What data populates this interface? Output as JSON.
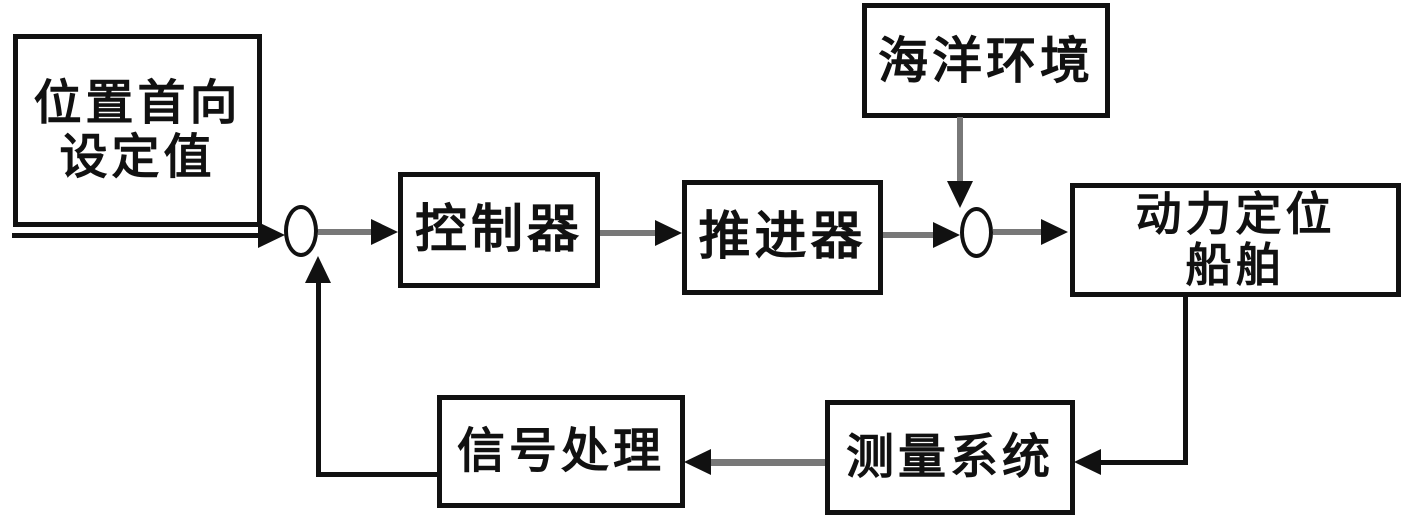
{
  "nodes": {
    "setpoint": {
      "line1": "位置首向",
      "line2": "设定值"
    },
    "controller": {
      "label": "控制器"
    },
    "thruster": {
      "label": "推进器"
    },
    "environment": {
      "label": "海洋环境"
    },
    "ship": {
      "line1": "动力定位",
      "line2": "船舶"
    },
    "measurement": {
      "label": "测量系统"
    },
    "signal": {
      "label": "信号处理"
    }
  },
  "junctions": [
    {
      "id": "summing-junction-1",
      "shape": "ellipse"
    },
    {
      "id": "summing-junction-2",
      "shape": "ellipse"
    }
  ],
  "edges": [
    {
      "from": "setpoint",
      "to": "summing-junction-1"
    },
    {
      "from": "summing-junction-1",
      "to": "controller"
    },
    {
      "from": "controller",
      "to": "thruster"
    },
    {
      "from": "thruster",
      "to": "summing-junction-2"
    },
    {
      "from": "environment",
      "to": "summing-junction-2"
    },
    {
      "from": "summing-junction-2",
      "to": "ship"
    },
    {
      "from": "ship",
      "to": "measurement"
    },
    {
      "from": "measurement",
      "to": "signal"
    },
    {
      "from": "signal",
      "to": "summing-junction-1"
    }
  ],
  "colors": {
    "background": "#ffffff",
    "box_border": "#111111",
    "text": "#111111",
    "line_black": "#111111",
    "line_gray": "#787878"
  }
}
